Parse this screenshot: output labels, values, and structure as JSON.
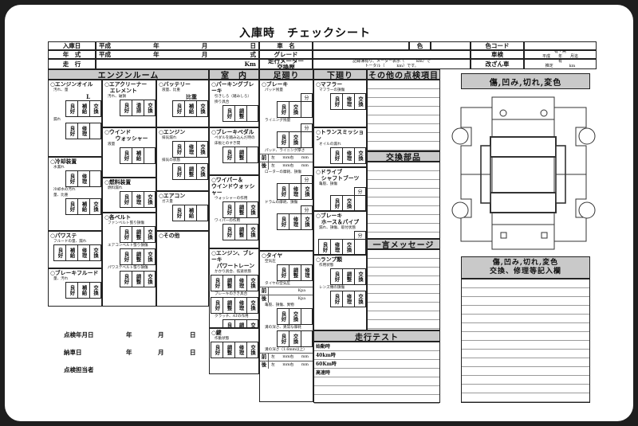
{
  "header": {
    "title": "入庫時　チェックシート",
    "rows": [
      [
        "入庫日",
        [
          "平成",
          "年",
          "月",
          "日"
        ],
        "車　名",
        "",
        "色",
        "",
        "色コード",
        ""
      ],
      [
        "年　式",
        [
          "平成",
          "年",
          "月",
          "式"
        ],
        "グレード",
        "",
        "車検",
        "有・無\n平成　　年　　月迄"
      ],
      [
        "走　行",
        [
          "",
          "Km"
        ],
        "走行メーター\n交換歴",
        "記録簿有り、メーター表示（　　　km）で\nトータル（　　　km）です。",
        "改ざん車",
        "有\n推定　　　　km"
      ]
    ]
  },
  "sections": [
    "エンジンルーム",
    "室　内",
    "足廻り",
    "下廻り",
    "その他の点検項目"
  ],
  "engine_room": [
    {
      "title": "○エンジンオイル",
      "rows": [
        {
          "note": "汚れ、量"
        },
        {
          "value": "L"
        },
        {
          "check": [
            "良好",
            "補給",
            "交換"
          ]
        },
        {
          "note": "漏れ"
        },
        {
          "check": [
            "良好",
            "修理",
            ""
          ]
        }
      ]
    },
    {
      "title": "○冷却装置",
      "rows": [
        {
          "note": "水漏れ"
        },
        {
          "check": [
            "良好",
            "修理",
            ""
          ]
        },
        {
          "note": "冷却水の汚れ"
        },
        {
          "note": "量、比重"
        },
        {
          "check": [
            "良好",
            "補給",
            "交換"
          ]
        }
      ]
    },
    {
      "title": "○パワステ",
      "rows": [
        {
          "note": "フルードの量、漏れ"
        },
        {
          "check": [
            "良好",
            "補給",
            "修理",
            "交換"
          ]
        }
      ]
    },
    {
      "title": "○ブレーキフルード",
      "rows": [
        {
          "note": "量、汚れ"
        },
        {
          "check": [
            "良好",
            "補給",
            "交換"
          ]
        }
      ]
    },
    {
      "title": "○エアクリーナー\n　エレメント",
      "rows": [
        {
          "note": "汚れ、破損"
        },
        {
          "check": [
            "良好",
            "清掃",
            "交換"
          ]
        }
      ]
    },
    {
      "title": "○ウインド\n　　ウォッシャー",
      "rows": [
        {
          "note": "液量"
        },
        {
          "check": [
            "良好",
            "補給",
            ""
          ]
        }
      ]
    },
    {
      "title": "○燃料装置",
      "rows": [
        {
          "note": "燃料漏れ"
        },
        {
          "check": [
            "良好",
            "修理",
            "交換"
          ]
        }
      ]
    },
    {
      "title": "○各ベルト",
      "rows": [
        {
          "note": "ファンベルト張り損傷"
        },
        {
          "check": [
            "良好",
            "調整",
            "交換"
          ]
        },
        {
          "note": "エアコンベルト張り損傷"
        },
        {
          "check": [
            "良好",
            "調整",
            "交換"
          ]
        },
        {
          "note": "パワステベルト張り損傷"
        },
        {
          "check": [
            "良好",
            "調整",
            "交換"
          ]
        }
      ]
    },
    {
      "title": "○バッテリー",
      "rows": [
        {
          "note": "液量、比重"
        },
        {
          "value": "比重"
        },
        {
          "check": [
            "良好",
            "補給",
            "交換"
          ]
        }
      ]
    },
    {
      "title": "○エンジン",
      "rows": [
        {
          "note": "排気漏れ"
        },
        {
          "check": [
            "良好",
            "修理",
            "交換"
          ]
        },
        {
          "note": "排気の状態"
        },
        {
          "check": [
            "良好",
            "調整",
            "交換"
          ]
        }
      ]
    },
    {
      "title": "○エアコン",
      "rows": [
        {
          "note": "ガス量"
        },
        {
          "check": [
            "良好",
            "補給",
            ""
          ]
        }
      ]
    },
    {
      "title": "○その他",
      "rows": []
    }
  ],
  "interior": [
    {
      "title": "○パーキングブレーキ",
      "rows": [
        {
          "note": "引きしろ（踏みしろ）"
        },
        {
          "note": "掛り具合"
        },
        {
          "check": [
            "良好",
            "調整",
            ""
          ]
        }
      ]
    },
    {
      "title": "○ブレーキペダル",
      "rows": [
        {
          "note": "ペダルを踏み込んだ時の"
        },
        {
          "note": "床板とのすき間"
        },
        {
          "check": [
            "良好",
            "調整",
            ""
          ]
        }
      ]
    },
    {
      "title": "○ワイパー＆\nウインドウォッシャー",
      "rows": [
        {
          "note": "ウォッシャーの作用"
        },
        {
          "check": [
            "良好",
            "調整",
            "交換"
          ]
        },
        {
          "note": "ワイパーの作用"
        },
        {
          "check": [
            "良好",
            "調整",
            "交換"
          ]
        }
      ]
    },
    {
      "title": "○エンジン、ブレーキ\n　パワートレーン",
      "rows": [
        {
          "note": "かかり具合、低速状態"
        },
        {
          "check": [
            "良好",
            "調整",
            "修理",
            "交換"
          ]
        },
        {
          "note": "ブレーキのきき具合"
        },
        {
          "check": [
            "良好",
            "調整",
            "修理",
            "交換"
          ]
        },
        {
          "note": "クラッチ、ATの作用"
        },
        {
          "check": [
            "良好",
            "調整",
            "交換"
          ]
        }
      ]
    },
    {
      "title": "○鍵",
      "rows": [
        {
          "note": "作動状態"
        },
        {
          "check": [
            "良好",
            "調整",
            "修理",
            "交換"
          ]
        }
      ]
    }
  ],
  "suspension": [
    {
      "title": "○ブレーキ",
      "rows": [
        {
          "note": "パッド残量"
        },
        {
          "unit": "分"
        },
        {
          "check": [
            "良好",
            "交換",
            ""
          ]
        },
        {
          "note": "ライニング残量"
        },
        {
          "unit": "分"
        },
        {
          "check": [
            "良好",
            "交換",
            ""
          ]
        },
        {
          "note": "パッド、ライニング厚さ"
        },
        {
          "measure": [
            "前",
            "左　　mm右　　mm"
          ]
        },
        {
          "measure": [
            "後",
            "左　　mm右　　mm"
          ]
        },
        {
          "note": "ローターの摩耗、損傷"
        },
        {
          "unit": "分"
        },
        {
          "check": [
            "良好",
            "修理",
            "交換"
          ]
        },
        {
          "note": "ドラムの摩耗、損傷"
        },
        {
          "unit": "分"
        },
        {
          "check": [
            "良好",
            "修理",
            "交換"
          ]
        }
      ]
    },
    {
      "title": "○タイヤ",
      "rows": [
        {
          "note": "空気圧"
        },
        {
          "check": [
            "良好",
            "調整",
            "修理"
          ]
        },
        {
          "note": "タイヤの空気圧"
        },
        {
          "measure": [
            "前",
            "　　　　　　　Kpa"
          ]
        },
        {
          "measure": [
            "後",
            "　　　　　　　Kpa"
          ]
        },
        {
          "note": "亀裂、損傷、異物"
        },
        {
          "check": [
            "良好",
            "交換",
            ""
          ]
        },
        {
          "note": "溝の深さ、異常な摩耗"
        },
        {
          "check": [
            "良好",
            "交換",
            ""
          ]
        },
        {
          "note": "溝の深さ（1.6mm以上）"
        },
        {
          "measure": [
            "前",
            "左　　mm右　　mm"
          ]
        },
        {
          "measure": [
            "後",
            "左　　mm右　　mm"
          ]
        }
      ]
    }
  ],
  "underbody": [
    {
      "title": "○マフラー",
      "rows": [
        {
          "note": "マフラーの損傷"
        },
        {
          "check": [
            "良好",
            "修理",
            "交換"
          ]
        }
      ]
    },
    {
      "title": "○トランスミッション",
      "rows": [
        {
          "note": "オイルの漏れ"
        },
        {
          "check": [
            "良好",
            "修理",
            "交換"
          ]
        }
      ]
    },
    {
      "title": "○ドライブ\n　シャフトブーツ",
      "rows": [
        {
          "note": "亀裂、損傷"
        },
        {
          "unit": "分"
        },
        {
          "check": [
            "良好",
            "交換",
            ""
          ]
        }
      ]
    },
    {
      "title": "○ブレーキ\n　ホース＆パイプ",
      "rows": [
        {
          "note": "漏れ、損傷、取付状態"
        },
        {
          "unit": "分"
        },
        {
          "check": [
            "良好",
            "修理",
            "交換",
            ""
          ]
        }
      ]
    },
    {
      "title": "○ランプ類",
      "rows": [
        {
          "note": "作用状態"
        },
        {
          "check": [
            "良好",
            "調整",
            "交換"
          ]
        },
        {
          "note": "レンズ類の損傷"
        },
        {
          "check": [
            "良好",
            "修理",
            "交換"
          ]
        }
      ]
    }
  ],
  "other": {
    "parts_header": "交換部品",
    "message_header": "一言メッセージ"
  },
  "road_test": {
    "header": "走行テスト",
    "rows": [
      "始動時",
      "40km時",
      "60Km時",
      "高速時",
      "",
      "",
      ""
    ]
  },
  "damage": {
    "header": "傷,凹み,切れ,変色",
    "notes_header": "傷,凹み,切れ,変色\n交換、修理等記入欄"
  },
  "footer": [
    {
      "label": "点検年月日",
      "parts": [
        "年",
        "月",
        "日"
      ]
    },
    {
      "label": "納車日",
      "parts": [
        "年",
        "月",
        "日"
      ]
    },
    {
      "label": "点検担当者",
      "parts": []
    }
  ],
  "colors": {
    "section_header": "#c9c9c9",
    "frame": "#1e1e1e",
    "ink": "#111111"
  }
}
